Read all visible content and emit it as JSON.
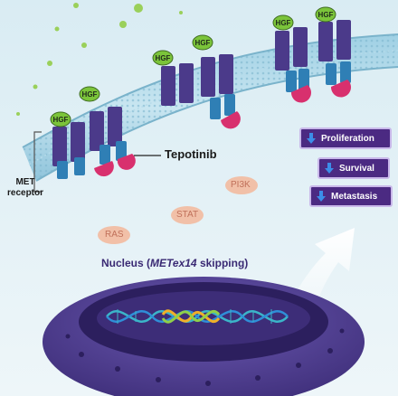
{
  "labels": {
    "drug": "Tepotinib",
    "receptor_line1": "MET",
    "receptor_line2": "receptor",
    "ligand": "HGF",
    "nucleus_prefix": "Nucleus (",
    "nucleus_italic": "METex14",
    "nucleus_suffix": " skipping)"
  },
  "signals": [
    {
      "label": "PI3K"
    },
    {
      "label": "STAT"
    },
    {
      "label": "RAS"
    }
  ],
  "effects": [
    {
      "label": "Proliferation"
    },
    {
      "label": "Survival"
    },
    {
      "label": "Metastasis"
    }
  ],
  "colors": {
    "background": "#e4f1f6",
    "receptor": "#4b3a8a",
    "receptor_lower": "#2f7fb5",
    "tepotinib": "#d8306e",
    "hgf": "#7bc43a",
    "nucleus": "#4b3a8a",
    "pill": "#4b2a82",
    "down_arrow": "#3c8de8"
  },
  "icons": {
    "effect_marker": "down-arrow-icon",
    "upward_signal": "big-up-arrow-icon"
  }
}
